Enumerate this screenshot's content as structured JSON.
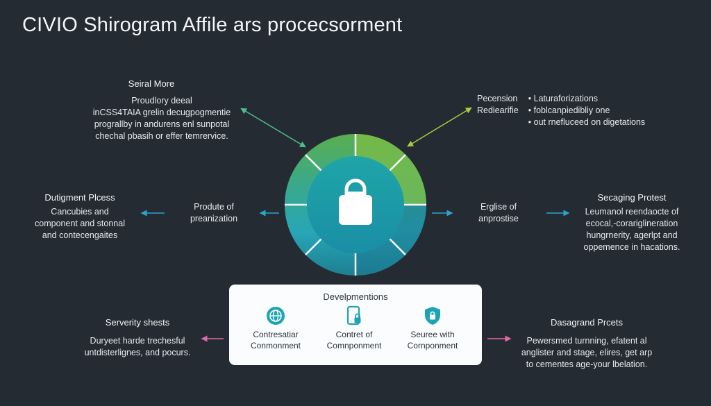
{
  "title": "CIVIO Shirogram Affile ars procecsorment",
  "top_left": {
    "heading": "Seiral More",
    "lines": [
      "Proudlory deeal",
      "inCSS4TAIA grelin decugpogmentie",
      "prograllby in andurens enl sunpotal",
      "chechal pbasih or effer temrervice."
    ]
  },
  "top_right": {
    "rows": [
      {
        "left": "Pecension",
        "right": "• Laturaforizations"
      },
      {
        "left": "Rediearifie",
        "right": "• foblcanpiedibliy one"
      },
      {
        "left": "",
        "right": "• out rnefluceed on digetations"
      }
    ]
  },
  "mid_left": {
    "heading": "Dutigment Plcess",
    "lines": [
      "Cancubies and",
      "component and stonnal",
      "and contecengaites"
    ]
  },
  "mid_inner_left": {
    "lines": [
      "Produte of",
      "preanization"
    ]
  },
  "mid_inner_right": {
    "lines": [
      "Erglise of",
      "anprostise"
    ]
  },
  "mid_right": {
    "heading": "Secaging Protest",
    "lines": [
      "Leumanol reendaocte of",
      "ecocal,-corariglineration",
      "hungrnerity, agerlpt and",
      "oppemence in hacations."
    ]
  },
  "bottom_left": {
    "heading": "Serverity shests",
    "lines": [
      "Duryeet harde trechesful",
      "untdisterlignes, and pocurs."
    ]
  },
  "bottom_right": {
    "heading": "Dasagrand Prcets",
    "lines": [
      "Pewersmed turnning, efatent al",
      "anglister and stage, elires, get arp",
      "to cementes age-your lbelation."
    ]
  },
  "card": {
    "title": "Develpmentions",
    "components": [
      {
        "icon": "globe-icon",
        "line1": "Contresatiar",
        "line2": "Conmonment"
      },
      {
        "icon": "device-lock-icon",
        "line1": "Contret of",
        "line2": "Comnponment"
      },
      {
        "icon": "shield-icon",
        "line1": "Seuree with",
        "line2": "Cornponment"
      }
    ]
  },
  "colors": {
    "background": "#252b33",
    "ring_green": "#5aae4f",
    "ring_teal": "#27a6b7",
    "ring_dark_teal": "#1d7f92",
    "arrow_green": "#4bbf8a",
    "arrow_lime": "#a6cd3a",
    "arrow_blue": "#2aa6c9",
    "arrow_pink": "#e06aa8"
  }
}
